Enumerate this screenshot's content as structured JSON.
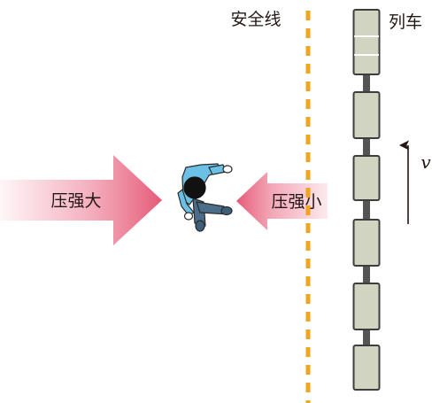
{
  "labels": {
    "safety_line": "安全线",
    "train": "列车",
    "pressure_high": "压强大",
    "pressure_low": "压强小",
    "velocity": "v"
  },
  "colors": {
    "arrow_fill": "#ec6f8a",
    "safety_line": "#f0a51e",
    "car_fill": "#d2d4c2",
    "car_stroke": "#3e3e3e",
    "shirt": "#6cc0e6",
    "pants": "#4a6e8a",
    "hair": "#111111"
  },
  "train": {
    "car_count": 6
  }
}
